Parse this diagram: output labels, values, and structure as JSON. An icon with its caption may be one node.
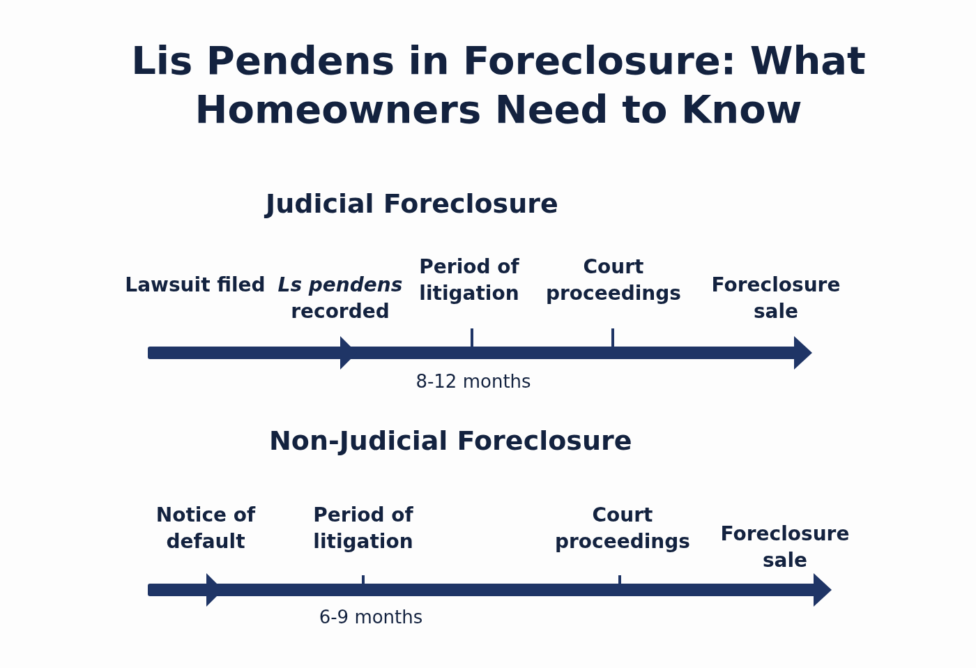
{
  "diagram": {
    "title": "Lis Pendens in Foreclosure: What Homeowners Need to Know",
    "labels": [
      "Judicial Foreclosure",
      "Lawsuit filed",
      "*Ls pendens* recorded",
      "Period of litigation",
      "Court proceedings",
      "Foreclosure sale",
      "8-12 months",
      "Non-Judicial Foreclosure",
      "Notice of default",
      "Period of litigation",
      "Court proceedings",
      "Foreclosure sale",
      "6-9 months"
    ]
  }
}
